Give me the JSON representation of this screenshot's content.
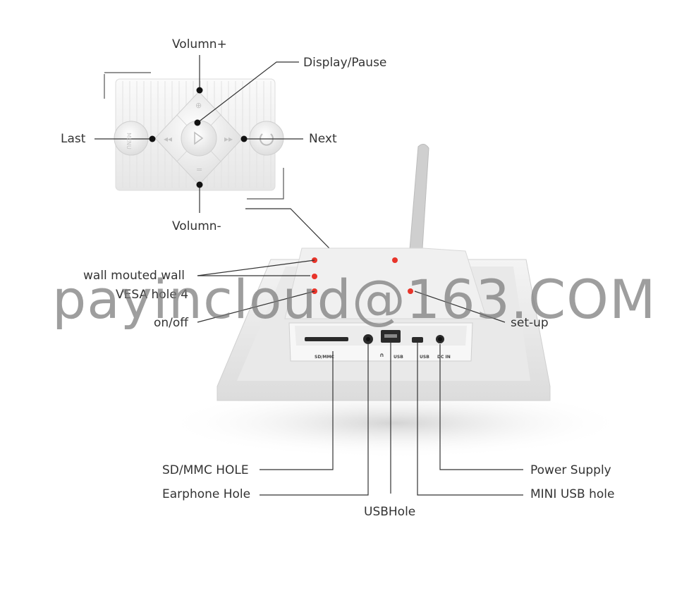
{
  "labels": {
    "volume_up": "Volumn+",
    "display_pause": "Display/Pause",
    "last": "Last",
    "next": "Next",
    "volume_down": "Volumn-",
    "wall_mount": "wall mouted wall",
    "vesa_hole": "VESA hole 4",
    "on_off": "on/off",
    "setup": "set-up",
    "sd_mmc": "SD/MMC  HOLE",
    "earphone": "Earphone Hole",
    "usb_hole": "USBHole",
    "power_supply": "Power Supply",
    "mini_usb": "MINI USB hole"
  },
  "port_labels": {
    "sd": "SD/MMC",
    "earphone": "∩",
    "usb": "USB",
    "mini_usb": "USB",
    "dc_in": "DC IN"
  },
  "button_labels": {
    "menu": "MENU"
  },
  "watermark": "payincloud@163.COM",
  "colors": {
    "leader_line": "#333333",
    "device_body": "#eeeeee",
    "device_shadow": "#d6d6d6",
    "port_panel": "#2a2a2a",
    "accent_red": "#e8342a",
    "watermark": "#7a7a7a"
  }
}
